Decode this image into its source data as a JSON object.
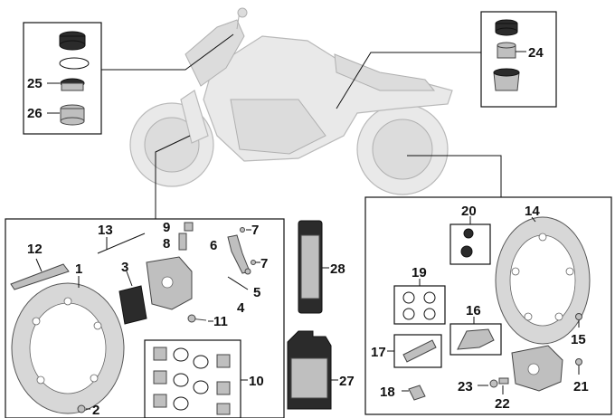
{
  "labels": {
    "p1": "1",
    "p2": "2",
    "p3": "3",
    "p4": "4",
    "p5": "5",
    "p6": "6",
    "p7a": "7",
    "p7b": "7",
    "p8": "8",
    "p9": "9",
    "p10": "10",
    "p11": "11",
    "p12": "12",
    "p13": "13",
    "p14": "14",
    "p15": "15",
    "p16": "16",
    "p17": "17",
    "p18": "18",
    "p19": "19",
    "p20": "20",
    "p21": "21",
    "p22": "22",
    "p23": "23",
    "p24": "24",
    "p25": "25",
    "p26": "26",
    "p27": "27",
    "p28": "28"
  },
  "colors": {
    "line": "#111111",
    "motorcycle": "#e9e9e9",
    "part": "#bfbfbf"
  }
}
